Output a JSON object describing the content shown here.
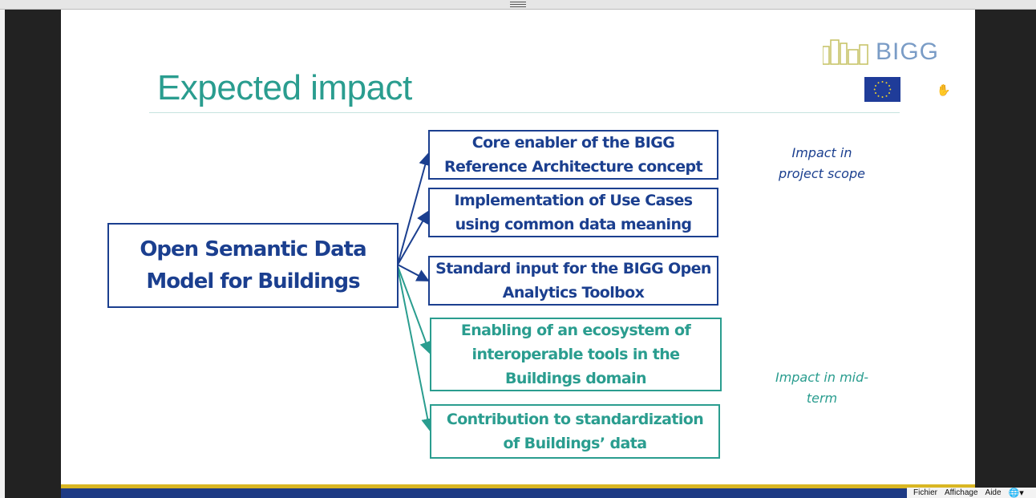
{
  "slide": {
    "title": "Expected impact",
    "logo_text": "BIGG",
    "central_box": "Open Semantic Data Model for Buildings",
    "outcomes": [
      {
        "text": "Core enabler of the BIGG Reference Architecture concept",
        "group": "project"
      },
      {
        "text": "Implementation of Use Cases using common data meaning",
        "group": "project"
      },
      {
        "text": "Standard input for the BIGG Open Analytics Toolbox",
        "group": "project"
      },
      {
        "text": "Enabling of an ecosystem of interoperable tools in the Buildings domain",
        "group": "midterm"
      },
      {
        "text": "Contribution to standardization of Buildings’ data",
        "group": "midterm"
      }
    ],
    "labels": {
      "project_scope": "Impact in project scope",
      "mid_term": "Impact in mid-term"
    }
  },
  "colors": {
    "teal": "#2a9d8f",
    "navy": "#1b3f8f",
    "gold": "#d9b623"
  },
  "menu": {
    "file": "Fichier",
    "view": "Affichage",
    "help": "Aide",
    "globe_icon": "globe-icon"
  }
}
